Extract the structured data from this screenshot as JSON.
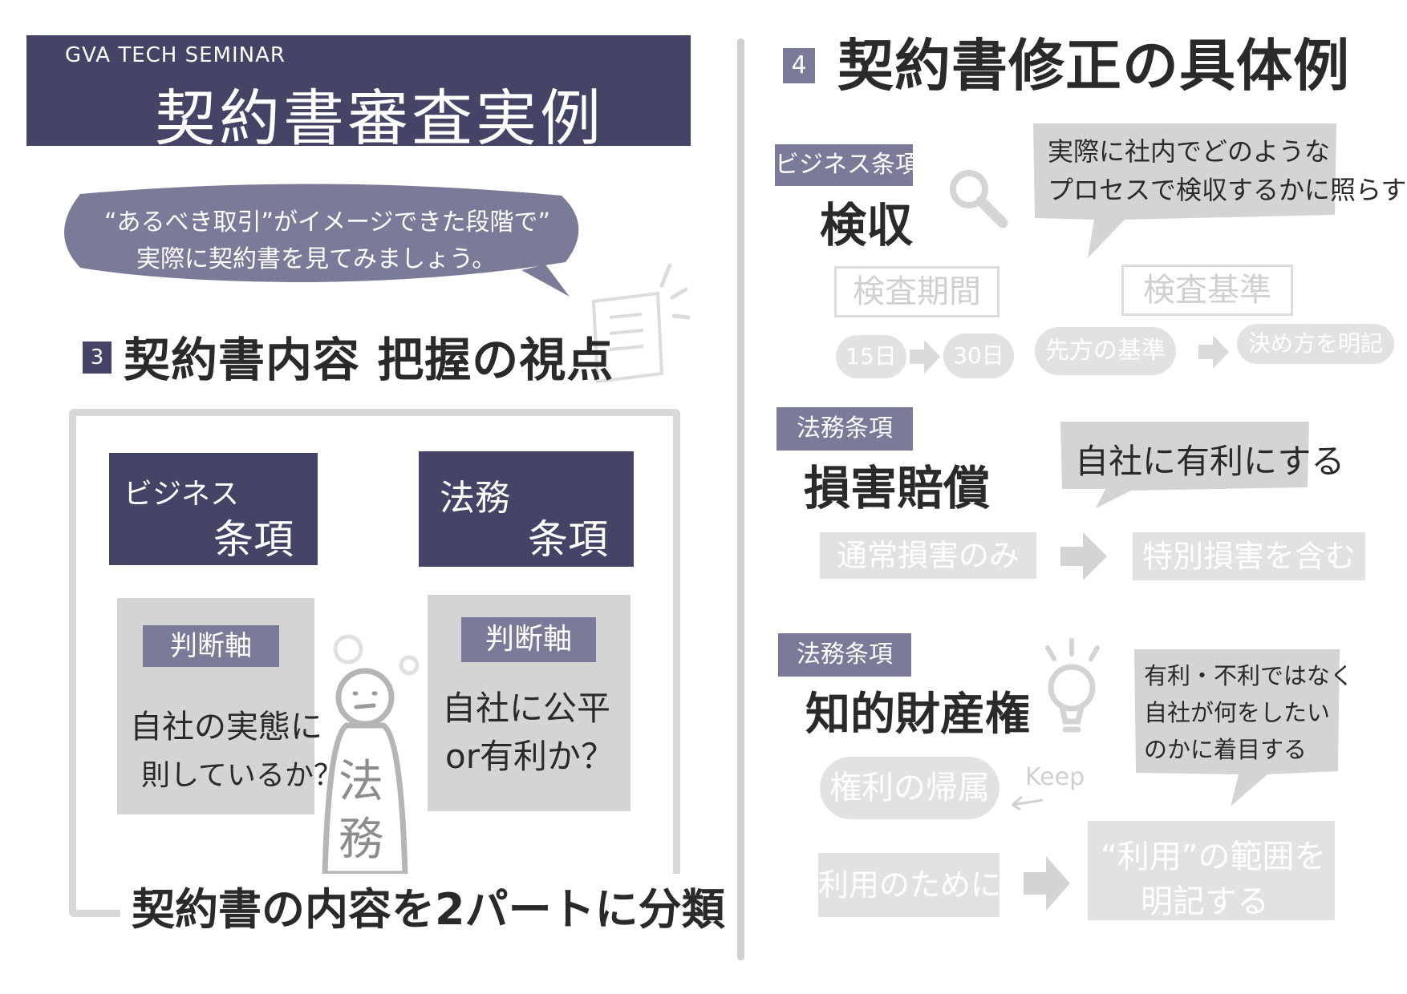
{
  "left": {
    "seminar": "GVA TECH SEMINAR",
    "title": "契約書審査実例",
    "bubble_line1": "“あるべき取引”がイメージできた段階で”",
    "bubble_line2": "実際に契約書を見てみましょう。",
    "section_num": "3",
    "section_title": "契約書内容 把握の視点",
    "business_l1": "ビジネス",
    "business_l2": "条項",
    "legal_l1": "法務",
    "legal_l2": "条項",
    "axis_label_1": "判断軸",
    "axis_text_1a": "自社の実態に",
    "axis_text_1b": "則しているか？",
    "axis_label_2": "判断軸",
    "axis_text_2a": "自社に公平",
    "axis_text_2b": "or有利か？",
    "figure_l1": "法",
    "figure_l2": "務",
    "footer": "契約書の内容を2パートに分類"
  },
  "right": {
    "section_num": "4",
    "section_title": "契約書修正の具体例",
    "kenshu": {
      "tag": "ビジネス条項",
      "title": "検収",
      "bubble_l1": "実際に社内でどのような",
      "bubble_l2": "プロセスで検収するかに照らす",
      "box1": "検査期間",
      "box2": "検査基準",
      "from1": "15日",
      "to1": "30日",
      "from2": "先方の基準",
      "to2": "決め方を明記"
    },
    "songai": {
      "tag": "法務条項",
      "title": "損害賠償",
      "bubble": "自社に有利にする",
      "from": "通常損害のみ",
      "to": "特別損害を含む"
    },
    "chizai": {
      "tag": "法務条項",
      "title": "知的財産権",
      "bubble_l1": "有利・不利ではなく",
      "bubble_l2": "自社が何をしたい",
      "bubble_l3": "のかに着目する",
      "keep_item": "権利の帰属",
      "keep": "Keep",
      "from": "利用のために…",
      "to_l1": "“利用”の範囲を",
      "to_l2": "明記する"
    }
  },
  "colors": {
    "navy": "#444466",
    "purple": "#7a7a99",
    "gray": "#d4d4d4",
    "light": "#e2e2e2"
  }
}
